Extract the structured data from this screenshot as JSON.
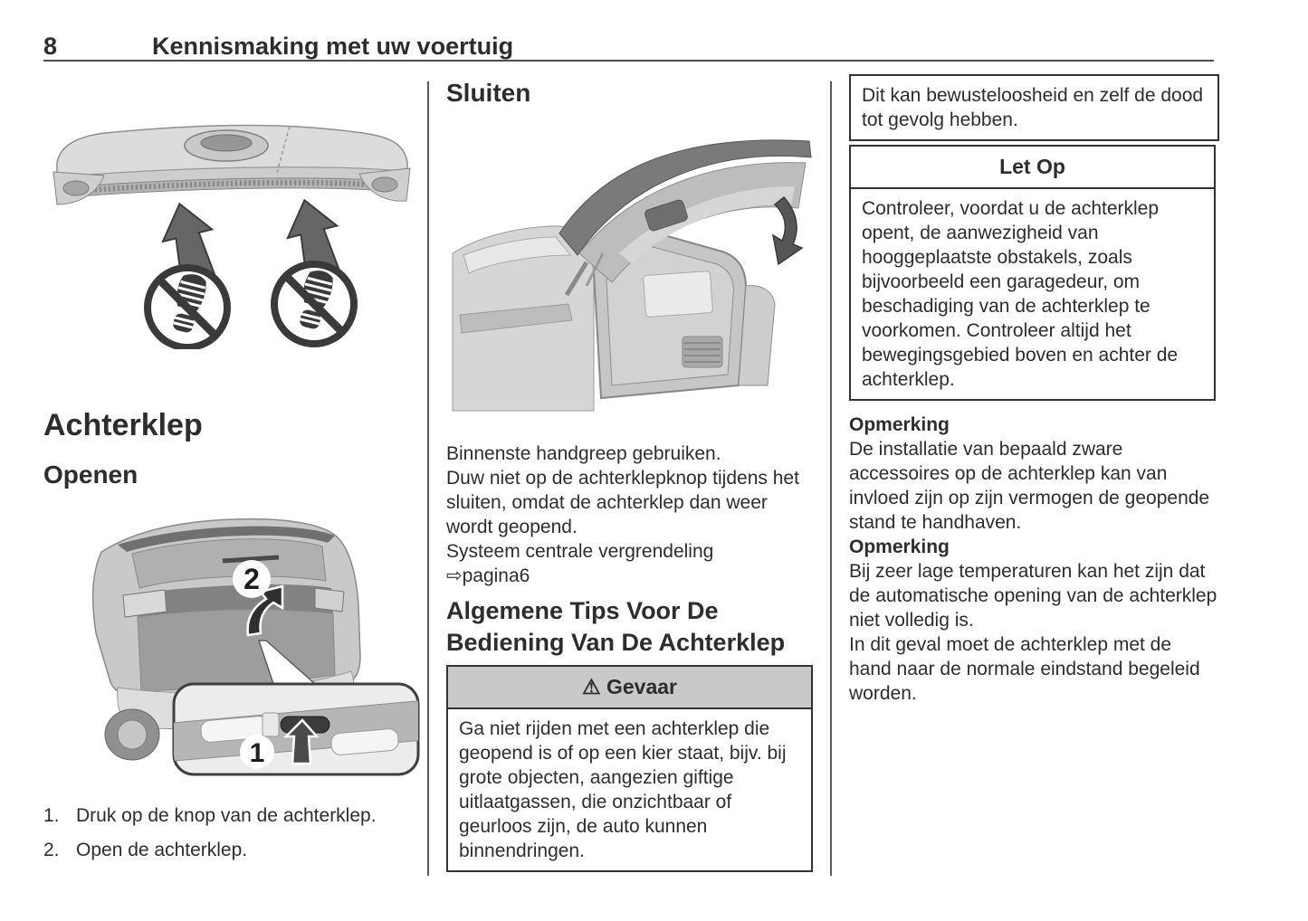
{
  "page": {
    "number": "8",
    "title": "Kennismaking met uw voertuig"
  },
  "left": {
    "section_heading": "Achterklep",
    "open_heading": "Openen",
    "open_figure": {
      "callout_1": "1",
      "callout_2": "2"
    },
    "steps": [
      {
        "num": "1.",
        "text": "Druk op de knop van de achterklep."
      },
      {
        "num": "2.",
        "text": "Open de achterklep."
      }
    ]
  },
  "middle": {
    "close_heading": "Sluiten",
    "close_paragraph": "Binnenste handgreep gebruiken.\nDuw niet op de achterklepknop tijdens het sluiten, omdat de achterklep dan weer wordt geopend.\nSysteem centrale vergrendeling\n⇨pagina6",
    "tips_heading": "Algemene Tips Voor De Bediening Van De Achterklep",
    "danger_box": {
      "icon": "⚠",
      "title": "Gevaar",
      "body": "Ga niet rijden met een achterklep die geopend is of op een kier staat, bijv. bij grote objecten, aangezien giftige uitlaatgassen, die onzichtbaar of geurloos zijn, de auto kunnen binnendringen."
    }
  },
  "right": {
    "danger_continued": "Dit kan bewusteloosheid en zelf de dood tot gevolg hebben.",
    "caution_box": {
      "title": "Let Op",
      "body": "Controleer, voordat u de achterklep opent, de aanwezigheid van hooggeplaatste obstakels, zoals bijvoorbeeld een garagedeur, om beschadiging van de achterklep te voorkomen. Controleer altijd het bewegingsgebied boven en achter de achterklep."
    },
    "note_1": {
      "label": "Opmerking",
      "body": "De installatie van bepaald zware accessoires op de achterklep kan van invloed zijn op zijn vermogen de geopende stand te handhaven."
    },
    "note_2": {
      "label": "Opmerking",
      "body": "Bij zeer lage temperaturen kan het zijn dat de automatische opening van de achterklep niet volledig is.\nIn dit geval moet de achterklep met de hand naar de normale eindstand begeleid worden."
    }
  },
  "colors": {
    "text": "#2d2d2d",
    "rule": "#4d4d4d",
    "box_border": "#333333",
    "danger_header_bg": "#c9c9c9",
    "illustration_gray": "#c9c9c9"
  }
}
